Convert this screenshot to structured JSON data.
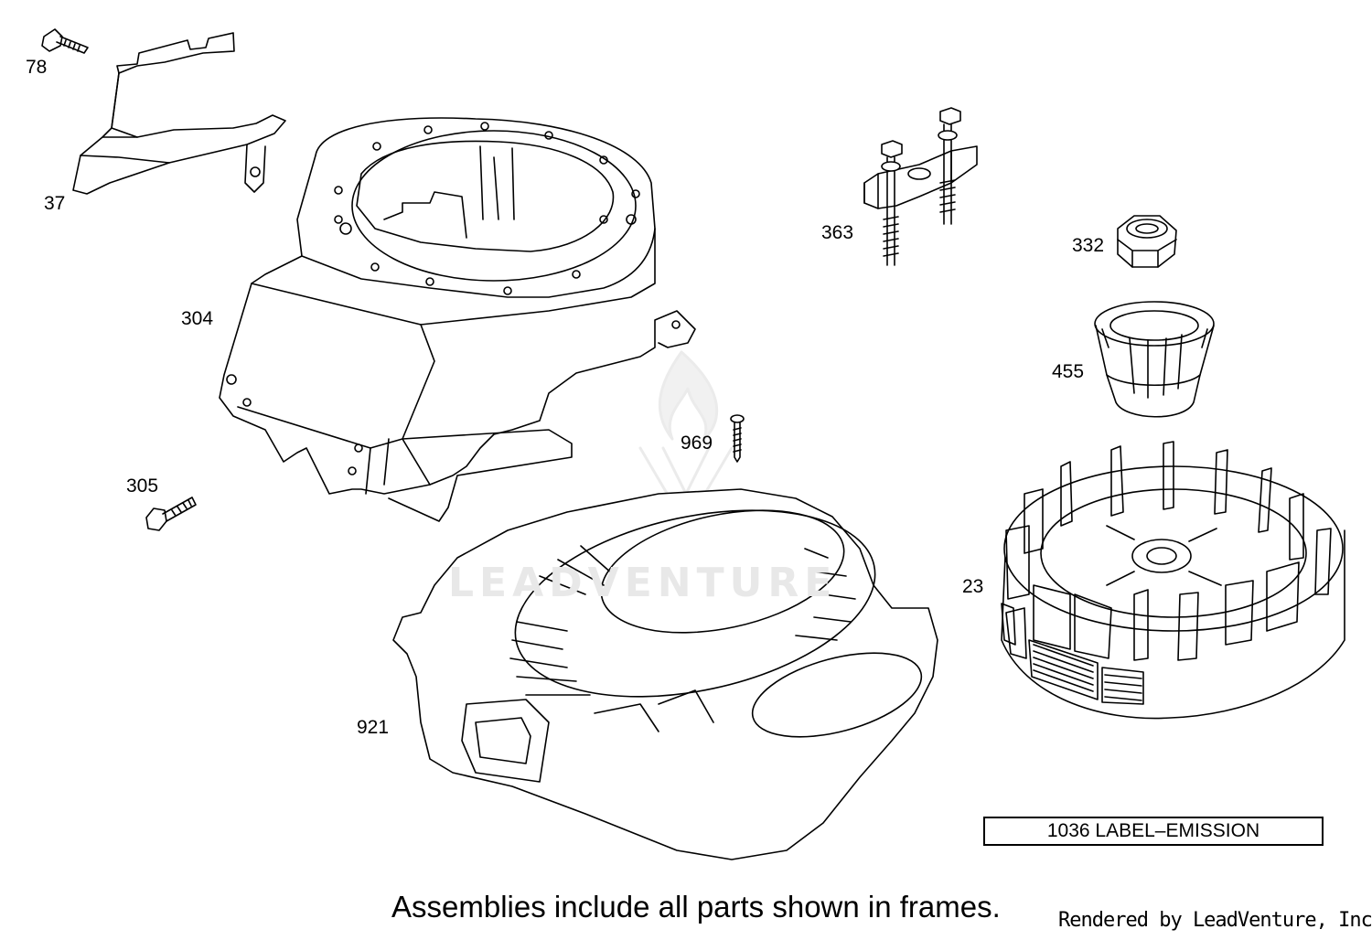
{
  "callouts": {
    "p78": "78",
    "p37": "37",
    "p304": "304",
    "p305": "305",
    "p969": "969",
    "p921": "921",
    "p363": "363",
    "p332": "332",
    "p455": "455",
    "p23": "23"
  },
  "watermark": "LEADVENTURE",
  "frame_label": "1036 LABEL–EMISSION",
  "footer_note": "Assemblies include all parts shown in frames.",
  "rendered_by": "Rendered by LeadVenture, Inc."
}
